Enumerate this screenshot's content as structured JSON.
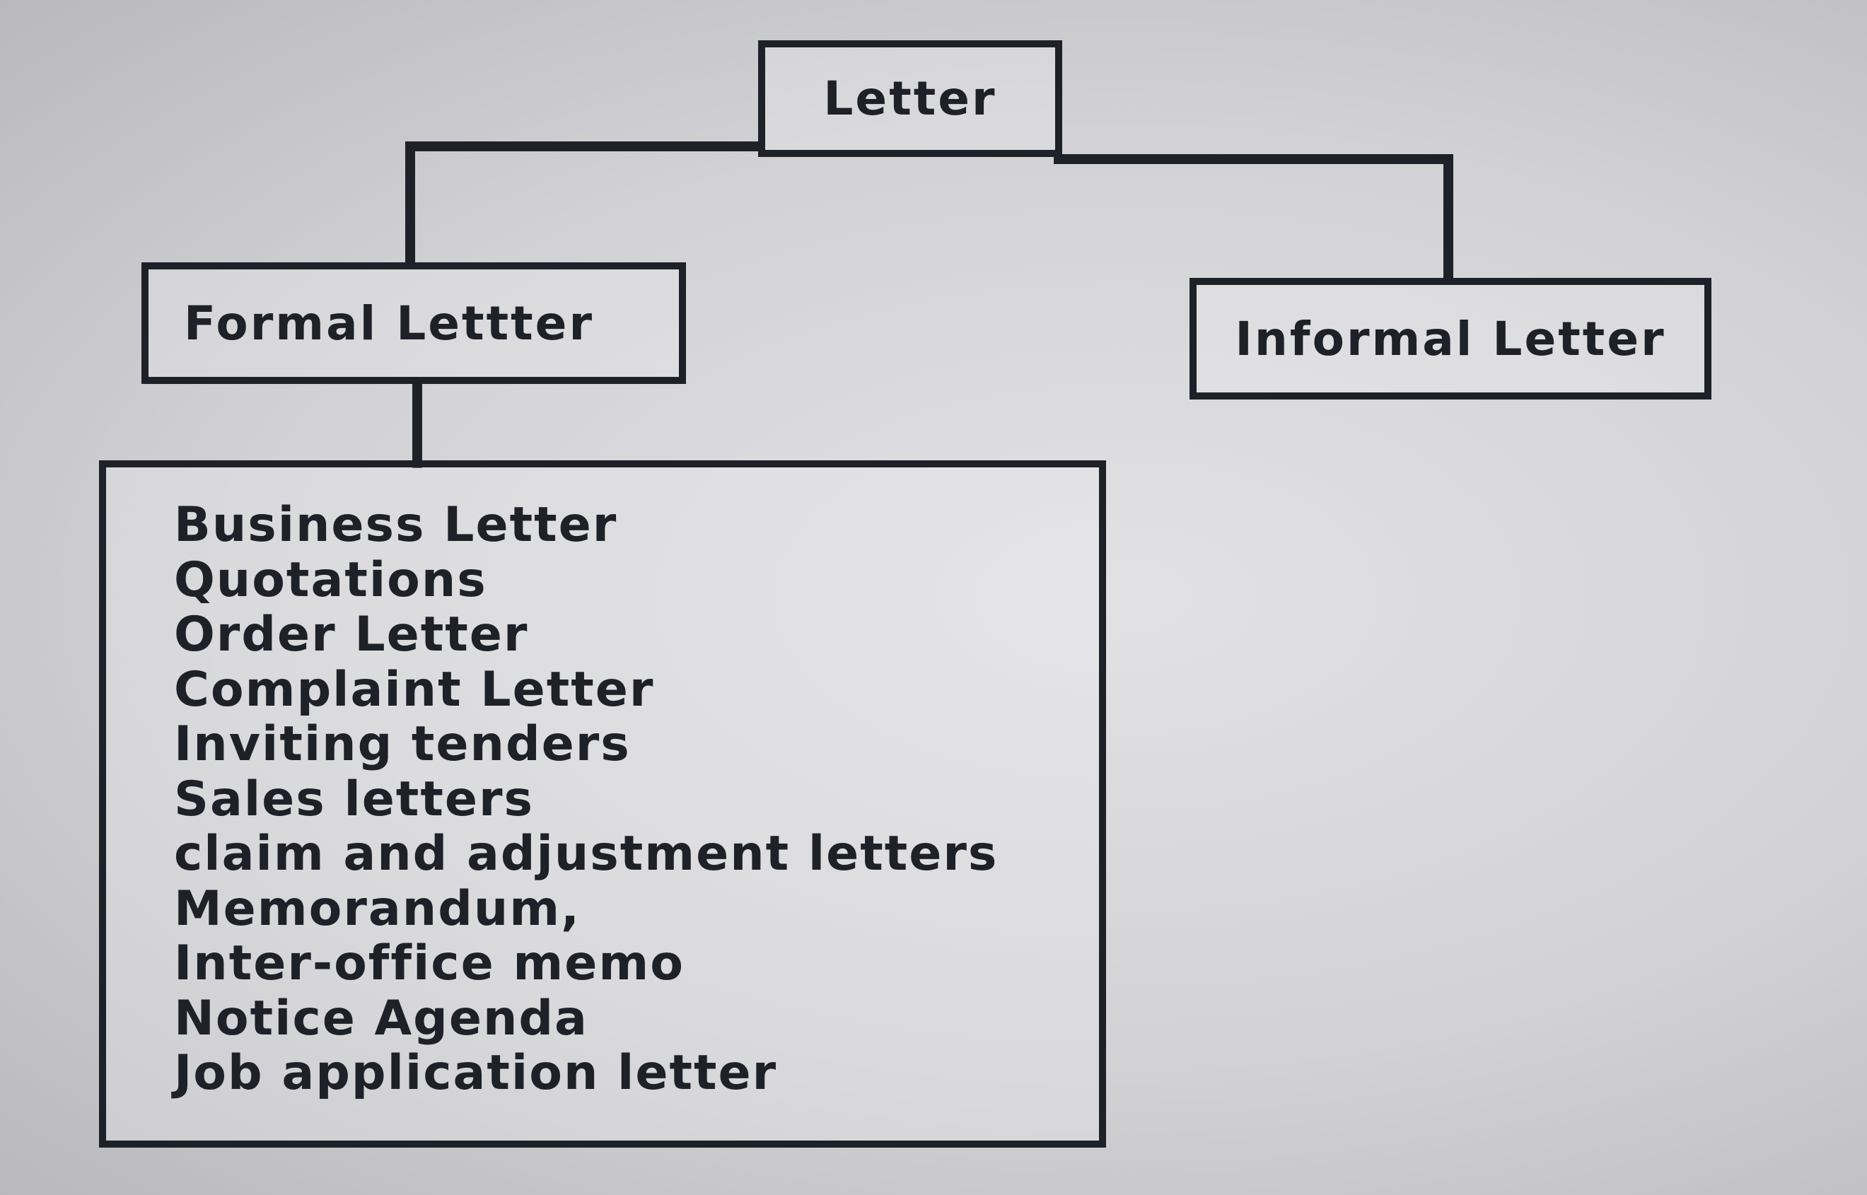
{
  "diagram": {
    "root": "Letter",
    "branches": {
      "formal": "Formal Lettter",
      "informal": "Informal Letter"
    },
    "formal_types": [
      "Business Letter",
      "Quotations",
      "Order Letter",
      "Complaint Letter",
      "Inviting tenders",
      "Sales letters",
      "claim and adjustment letters",
      "Memorandum,",
      "Inter-office memo",
      "Notice Agenda",
      "Job application letter"
    ]
  },
  "colors": {
    "line": "#1f2128",
    "background": "#d2d2d5"
  }
}
